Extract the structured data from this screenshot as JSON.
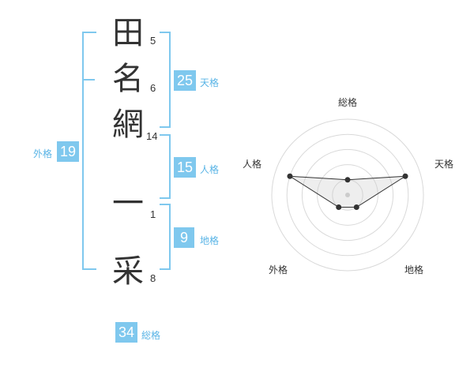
{
  "name_chars": [
    {
      "char": "田",
      "strokes": "5"
    },
    {
      "char": "名",
      "strokes": "6"
    },
    {
      "char": "網",
      "strokes": "14"
    },
    {
      "char": "一",
      "strokes": "1"
    },
    {
      "char": "采",
      "strokes": "8"
    }
  ],
  "kaku": {
    "tenkaku": {
      "label": "天格",
      "value": "25"
    },
    "jinkaku": {
      "label": "人格",
      "value": "15"
    },
    "chikaku": {
      "label": "地格",
      "value": "9"
    },
    "gaikaku": {
      "label": "外格",
      "value": "19"
    },
    "soukaku": {
      "label": "総格",
      "value": "34"
    }
  },
  "colors": {
    "accent": "#7fc8ee",
    "label": "#59b4e6",
    "text": "#333333"
  },
  "chart_data": {
    "type": "radar",
    "axes": [
      "総格",
      "天格",
      "地格",
      "外格",
      "人格"
    ],
    "values": [
      1,
      4,
      1,
      1,
      4
    ],
    "max": 5,
    "rings": 5
  }
}
